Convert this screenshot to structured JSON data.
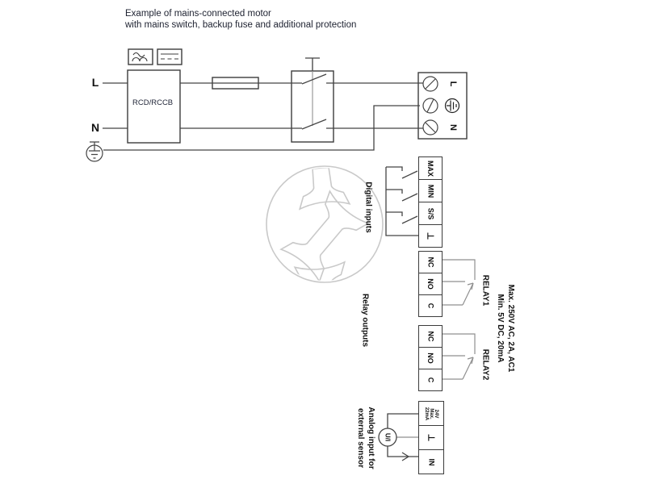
{
  "title": {
    "line1": "Example of mains-connected motor",
    "line2": "with mains switch, backup fuse and additional protection"
  },
  "mains": {
    "phase_label": "L",
    "neutral_label": "N",
    "rcd_label": "RCD/RCCB",
    "terminal_phase": "L",
    "terminal_neutral": "N"
  },
  "digital_inputs": {
    "section_label": "Digital inputs",
    "terminals": [
      "MAX",
      "MIN",
      "S/S",
      "⊥"
    ]
  },
  "relay_outputs": {
    "section_label": "Relay outputs",
    "relay1_label": "RELAY1",
    "relay2_label": "RELAY2",
    "terminals": [
      "NC",
      "NO",
      "C"
    ],
    "spec_line1": "Max. 250V AC, 2A, AC1",
    "spec_line2": "Min. 5V DC, 20mA"
  },
  "analog_input": {
    "section_line1": "Analog input for",
    "section_line2": "external sensor",
    "supply_lines": [
      "24V",
      "Max.",
      "22mA"
    ],
    "ground_label": "⊥",
    "in_label": "IN",
    "sensor_label": "U/I"
  },
  "colors": {
    "line": "#444444",
    "secondary_line": "#8f8f8f",
    "text": "#111111",
    "watermark": "#c9c9c9"
  }
}
